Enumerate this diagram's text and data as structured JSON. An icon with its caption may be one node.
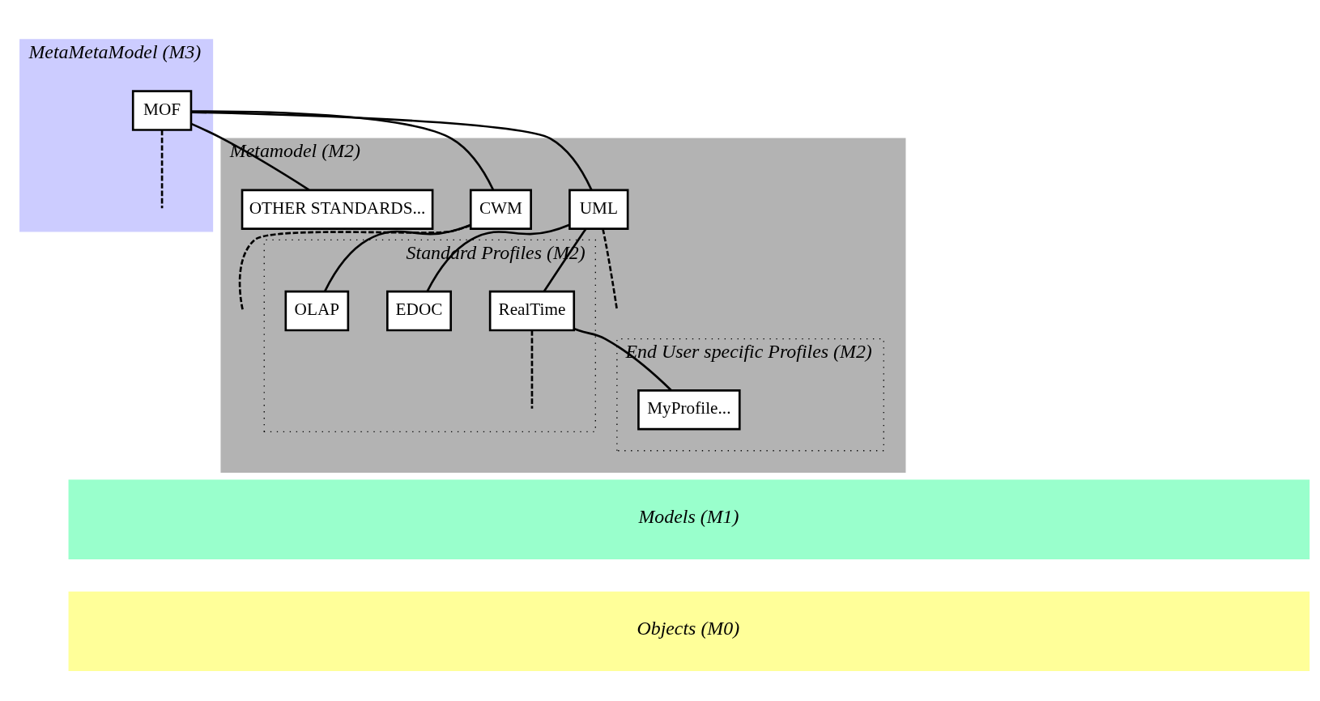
{
  "diagram": {
    "nodes": [
      {
        "text": [
          "MetaMetaModel (M3)"
        ]
      },
      {
        "text": [
          "MOF"
        ],
        "in": 0
      },
      {
        "text": [
          "Metamodel (M2)"
        ]
      },
      {
        "text": [
          "UML"
        ],
        "in": 2
      },
      {
        "text": [
          "CWM"
        ],
        "in": 2
      },
      {
        "text": [
          "OTHER STANDARDS..."
        ],
        "in": 2
      },
      {
        "text": [
          "Standard Profiles (M2)"
        ],
        "in": 2
      },
      {
        "text": [
          "RealTime"
        ],
        "in": 6
      },
      {
        "text": [
          "EDOC"
        ],
        "in": 6
      },
      {
        "text": [
          "OLAP"
        ],
        "in": 6
      },
      {
        "text": [
          "End User specific Profiles (M2)"
        ],
        "in": 2
      },
      {
        "text": [
          "MyProfile..."
        ],
        "in": 10
      },
      {
        "text": [
          "Models (M1)"
        ]
      },
      {
        "text": [
          "Objects (M0)"
        ]
      }
    ],
    "edges": [
      {
        "from": 1,
        "to": 3,
        "arrow": "none"
      },
      {
        "from": 1,
        "to": 4,
        "arrow": "none"
      },
      {
        "from": 1,
        "to": 5,
        "arrow": "none"
      },
      {
        "from": 1,
        "to": null,
        "arrow": "none",
        "style": "dashed"
      },
      {
        "from": 3,
        "to": 7,
        "arrow": "none"
      },
      {
        "from": 3,
        "to": 8,
        "arrow": "none"
      },
      {
        "from": 3,
        "to": null,
        "arrow": "none",
        "style": "dashed"
      },
      {
        "from": 4,
        "to": 9,
        "arrow": "none"
      },
      {
        "from": 4,
        "to": null,
        "arrow": "none",
        "style": "dashed"
      },
      {
        "from": 7,
        "to": 11,
        "arrow": "none"
      },
      {
        "from": 7,
        "to": null,
        "arrow": "none",
        "style": "dashed"
      }
    ]
  }
}
